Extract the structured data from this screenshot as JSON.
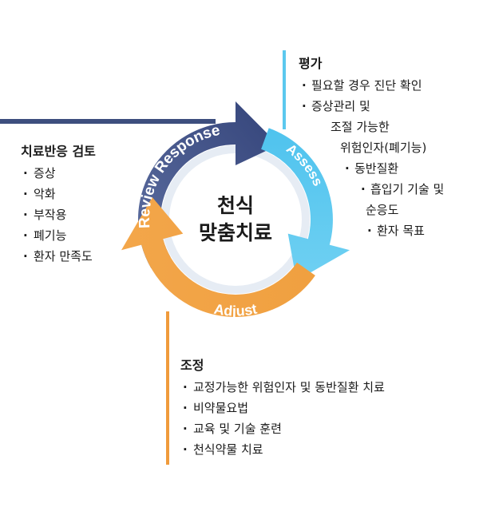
{
  "center": {
    "line1": "천식",
    "line2": "맞춤치료"
  },
  "arrows": {
    "review": {
      "label": "Review Response",
      "color": "#3d4e7e"
    },
    "assess": {
      "label": "Assess",
      "color": "#5bc8ee"
    },
    "adjust": {
      "label": "Adjust",
      "color": "#f09b3c"
    }
  },
  "sections": {
    "assess": {
      "heading": "평가",
      "lines": [
        "필요할 경우 진단 확인",
        "증상관리 및",
        "조절 가능한",
        "위험인자(폐기능)",
        "동반질환",
        "흡입기 기술 및",
        "순응도",
        "환자 목표"
      ]
    },
    "review": {
      "heading": "치료반응 검토",
      "items": [
        "증상",
        "악화",
        "부작용",
        "폐기능",
        "환자 만족도"
      ]
    },
    "adjust": {
      "heading": "조정",
      "items": [
        "교정가능한 위험인자 및 동반질환 치료",
        "비약물요법",
        "교육 및 기술 훈련",
        "천식약물 치료"
      ]
    }
  }
}
